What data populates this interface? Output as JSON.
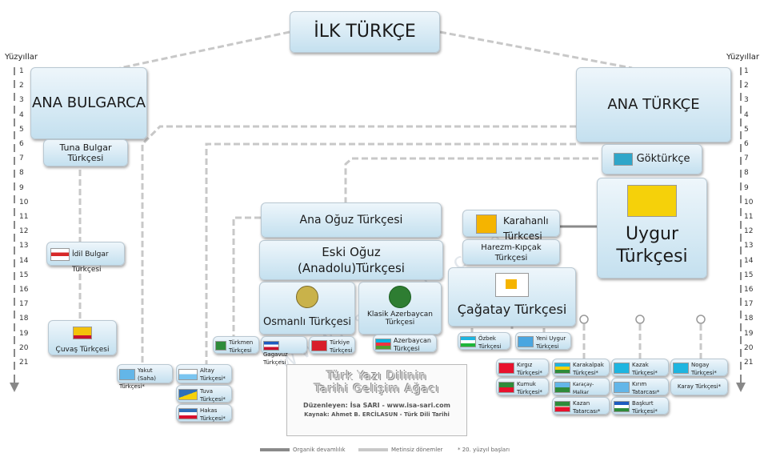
{
  "root": "İLK TÜRKÇE",
  "scale": {
    "title": "Yüzyıllar",
    "ticks": [
      "1",
      "2",
      "3",
      "4",
      "5",
      "6",
      "7",
      "8",
      "9",
      "10",
      "11",
      "12",
      "13",
      "14",
      "15",
      "16",
      "17",
      "18",
      "19",
      "20",
      "21"
    ]
  },
  "nodes": {
    "ana_bulgarca": "ANA BULGARCA",
    "ana_turkce": "ANA TÜRKÇE",
    "tuna_bulgar": "Tuna Bulgar Türkçesi",
    "idil_bulgar": "İdil Bulgar Türkçesi",
    "cuvas": "Çuvaş Türkçesi",
    "gokturkce": "Göktürkçe",
    "uygur": "Uygur Türkçesi",
    "ana_oguz": "Ana Oğuz Türkçesi",
    "eski_oguz": "Eski Oğuz (Anadolu)Türkçesi",
    "osmanli": "Osmanlı Türkçesi",
    "klasik_azerbaycan": "Klasik Azerbaycan Türkçesi",
    "karahanli": "Karahanlı Türkçesi",
    "harezm": "Harezm-Kıpçak Türkçesi",
    "cagatay": "Çağatay Türkçesi",
    "turkmen": "Türkmen Türkçesi",
    "gagavuz": "Gagavuz Türkçesi",
    "turkiye": "Türkiye Türkçesi",
    "azerbaycan": "Azerbaycan Türkçesi",
    "ozbek": "Özbek Türkçesi",
    "yeni_uygur": "Yeni Uygur Türkçesi",
    "yakut": "Yakut (Saha) Türkçesi*",
    "altay": "Altay Türkçesi*",
    "tuva": "Tuva Türkçesi*",
    "hakas": "Hakas Türkçesi*",
    "kirgiz": "Kırgız Türkçesi*",
    "kumuk": "Kumuk Türkçesi*",
    "karakalpak": "Karakalpak Türkçesi*",
    "karacay": "Karaçay-Malkar Türkçesi*",
    "kazan": "Kazan Tatarcası*",
    "kazak": "Kazak Türkçesi*",
    "kirim": "Kırım Tatarcası*",
    "baskurt": "Başkurt Türkçesi*",
    "nogay": "Nogay Türkçesi*",
    "karay": "Karay Türkçesi*"
  },
  "info": {
    "title1": "Türk Yazı Dilinin",
    "title2": "Tarihi Gelişim Ağacı",
    "author": "Düzenleyen: İsa SARI - www.isa-sari.com",
    "source": "Kaynak: Ahmet B. ERCİLASUN - Türk Dili Tarihi"
  },
  "legend": {
    "organic": "Organik devamlılık",
    "gap": "Metinsiz dönemler",
    "note": "* 20. yüzyıl başları"
  },
  "watermark": "www.isa-sari.com",
  "colors": {
    "box_top": "#eef6fb",
    "box_bottom": "#c4e0ef",
    "border": "#b9c8d2",
    "line": "#c8c8c8",
    "organic": "#8a8a8a"
  }
}
